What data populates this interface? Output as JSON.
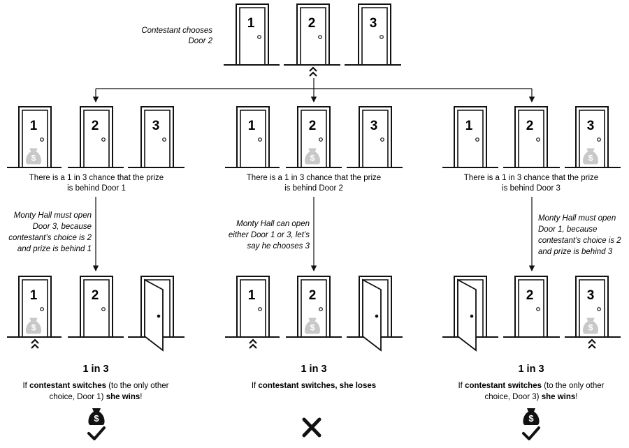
{
  "top": {
    "caption_lines": [
      "Contestant chooses",
      "Door 2"
    ],
    "door_numbers": [
      "1",
      "2",
      "3"
    ]
  },
  "scenarios": [
    {
      "door_numbers": [
        "1",
        "2",
        "3"
      ],
      "chance_lines": [
        "There is a 1 in 3 chance that the prize",
        "is behind Door 1"
      ],
      "host_note_lines": [
        "Monty Hall must open",
        "Door 3, because",
        "contestant’s choice is 2",
        "and prize is behind 1"
      ],
      "odds": "1 in 3",
      "result_lines": [
        [
          {
            "t": "If ",
            "b": false
          },
          {
            "t": "contestant switches",
            "b": true
          },
          {
            "t": " (to the only other",
            "b": false
          }
        ],
        [
          {
            "t": "choice, Door 1) ",
            "b": false
          },
          {
            "t": "she wins",
            "b": true
          },
          {
            "t": "!",
            "b": false
          }
        ]
      ],
      "outcome": "win"
    },
    {
      "door_numbers": [
        "1",
        "2",
        "3"
      ],
      "chance_lines": [
        "There is a 1 in 3 chance that the prize",
        "is behind Door 2"
      ],
      "host_note_lines": [
        "Monty Hall can open",
        "either Door 1 or 3, let’s",
        "say he chooses 3"
      ],
      "odds": "1 in 3",
      "result_lines": [
        [
          {
            "t": "If ",
            "b": false
          },
          {
            "t": "contestant switches, she loses",
            "b": true
          }
        ]
      ],
      "outcome": "lose"
    },
    {
      "door_numbers": [
        "1",
        "2",
        "3"
      ],
      "chance_lines": [
        "There is a 1 in 3 chance that the prize",
        "is behind Door 3"
      ],
      "host_note_lines": [
        "Monty Hall must open",
        "Door 1, because",
        "contestant’s choice is 2",
        "and prize is behind 3"
      ],
      "odds": "1 in 3",
      "result_lines": [
        [
          {
            "t": "If ",
            "b": false
          },
          {
            "t": "contestant switches",
            "b": true
          },
          {
            "t": " (to the only other",
            "b": false
          }
        ],
        [
          {
            "t": "choice, Door 3) ",
            "b": false
          },
          {
            "t": "she wins",
            "b": true
          },
          {
            "t": "!",
            "b": false
          }
        ]
      ],
      "outcome": "win"
    }
  ],
  "icons": {
    "money_bag": "money-bag-icon",
    "check": "check-icon",
    "cross": "cross-icon",
    "chevron": "double-chevron-up-icon"
  },
  "colors": {
    "ink": "#111111",
    "money_bag_faded": "#c8c8c8",
    "money_bag_solid": "#111111"
  }
}
